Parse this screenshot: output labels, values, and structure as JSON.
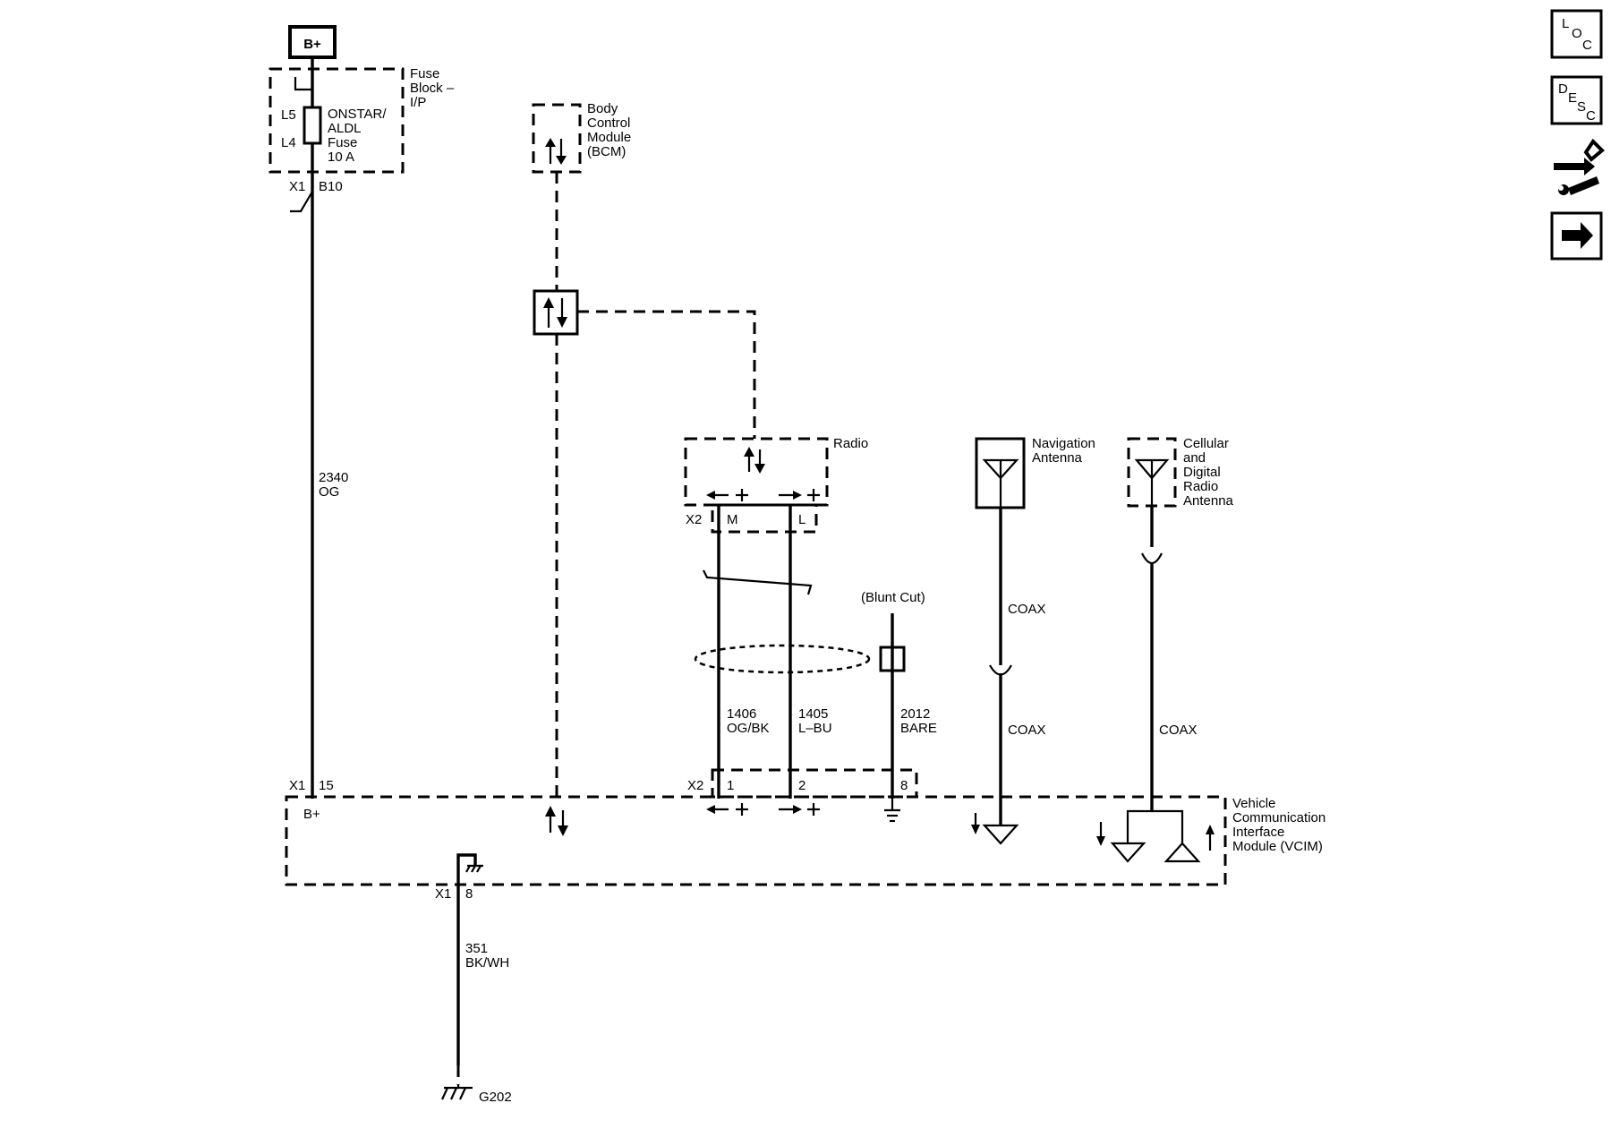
{
  "battery": "B+",
  "fuse_block": {
    "title": "Fuse Block – I/P",
    "line1": "Fuse",
    "line2": "Block –",
    "line3": "I/P",
    "pin_top": "L5",
    "pin_bot": "L4",
    "fuse_l1": "ONSTAR/",
    "fuse_l2": "ALDL",
    "fuse_l3": "Fuse",
    "fuse_l4": "10 A",
    "conn": "X1",
    "term": "B10"
  },
  "wire_2340": {
    "circuit": "2340",
    "color": "OG"
  },
  "bcm": {
    "line1": "Body",
    "line2": "Control",
    "line3": "Module",
    "line4": "(BCM)"
  },
  "radio": {
    "label": "Radio",
    "conn": "X2",
    "pin_m": "M",
    "pin_l": "L"
  },
  "wire_1406": {
    "circuit": "1406",
    "color": "OG/BK"
  },
  "wire_1405": {
    "circuit": "1405",
    "color": "L–BU"
  },
  "drain": {
    "label": "(Blunt Cut)",
    "circuit": "2012",
    "color": "BARE"
  },
  "nav_antenna": {
    "line1": "Navigation",
    "line2": "Antenna"
  },
  "cell_antenna": {
    "line1": "Cellular",
    "line2": "and",
    "line3": "Digital",
    "line4": "Radio",
    "line5": "Antenna"
  },
  "coax": {
    "label": "COAX"
  },
  "vcim": {
    "line1": "Vehicle",
    "line2": "Communication",
    "line3": "Interface",
    "line4": "Module (VCIM)",
    "x1": "X1",
    "pin15": "15",
    "bplus": "B+",
    "x2": "X2",
    "pin1": "1",
    "pin2": "2",
    "pin8": "8",
    "x1b": "X1",
    "pin8b": "8"
  },
  "wire_351": {
    "circuit": "351",
    "color": "BK/WH"
  },
  "ground": {
    "label": "G202"
  },
  "nav_buttons": {
    "loc": [
      "L",
      "O",
      "C"
    ],
    "desc": [
      "D",
      "E",
      "S",
      "C"
    ]
  }
}
